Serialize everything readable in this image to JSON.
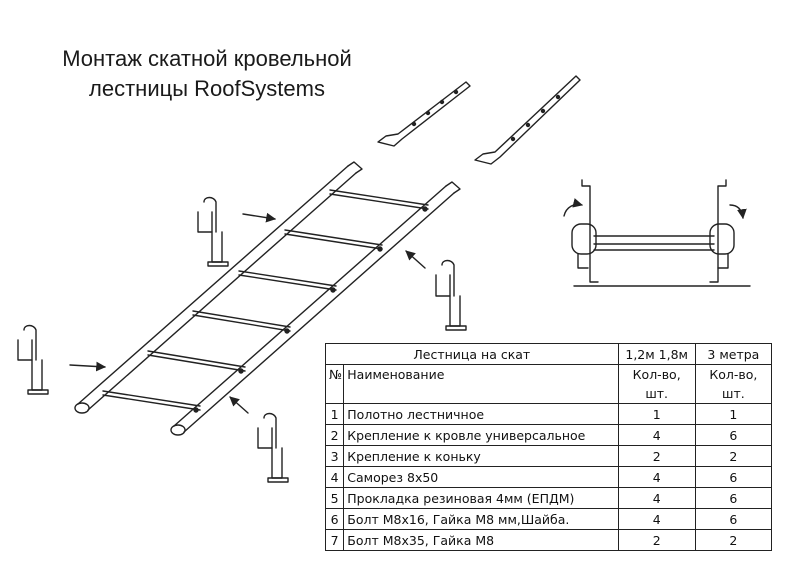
{
  "title": {
    "line1": "Монтаж скатной кровельной",
    "line2": "лестницы RoofSystems"
  },
  "table": {
    "header_group": "Лестница на скат",
    "header_size_a": "1,2м 1,8м",
    "header_size_b": "3 метра",
    "col_num": "№",
    "col_name": "Наименование",
    "col_qty_a": "Кол-во, шт.",
    "col_qty_b": "Кол-во, шт.",
    "rows": [
      {
        "num": "1",
        "name": "Полотно лестничное",
        "qty_a": "1",
        "qty_b": "1"
      },
      {
        "num": "2",
        "name": "Крепление к кровле универсальное",
        "qty_a": "4",
        "qty_b": "6"
      },
      {
        "num": "3",
        "name": "Крепление к коньку",
        "qty_a": "2",
        "qty_b": "2"
      },
      {
        "num": "4",
        "name": "Саморез 8х50",
        "qty_a": "4",
        "qty_b": "6"
      },
      {
        "num": "5",
        "name": "Прокладка резиновая 4мм (ЕПДМ)",
        "qty_a": "4",
        "qty_b": "6"
      },
      {
        "num": "6",
        "name": "Болт М8х16, Гайка М8 мм,Шайба.",
        "qty_a": "4",
        "qty_b": "6"
      },
      {
        "num": "7",
        "name": "Болт М8х35, Гайка М8",
        "qty_a": "2",
        "qty_b": "2"
      }
    ]
  }
}
